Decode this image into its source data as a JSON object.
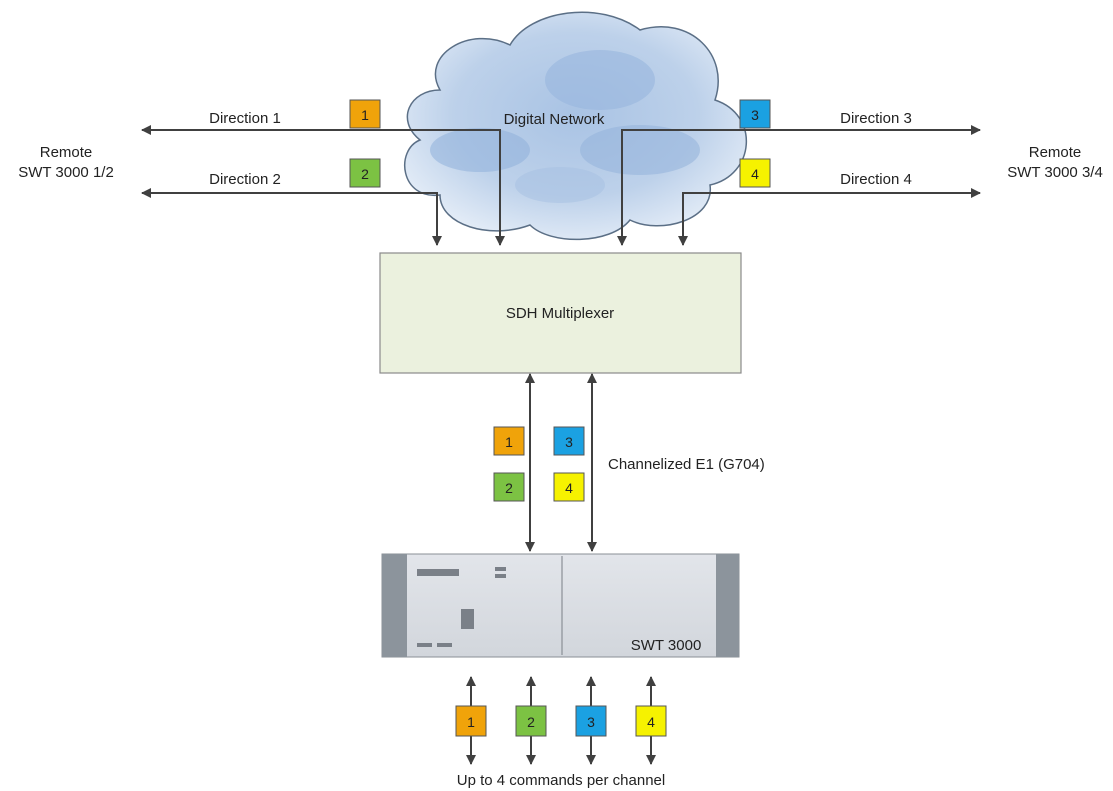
{
  "network": {
    "label": "Digital Network"
  },
  "directions": [
    {
      "label": "Direction 1",
      "badge": "1"
    },
    {
      "label": "Direction 2",
      "badge": "2"
    },
    {
      "label": "Direction 3",
      "badge": "3"
    },
    {
      "label": "Direction 4",
      "badge": "4"
    }
  ],
  "remote_left": {
    "line1": "Remote",
    "line2": "SWT 3000 1/2"
  },
  "remote_right": {
    "line1": "Remote",
    "line2": "SWT 3000 3/4"
  },
  "multiplexer": {
    "label": "SDH Multiplexer"
  },
  "link": {
    "label": "Channelized E1 (G704)",
    "badges": [
      "1",
      "2",
      "3",
      "4"
    ]
  },
  "device": {
    "label": "SWT 3000"
  },
  "commands": {
    "badges": [
      "1",
      "2",
      "3",
      "4"
    ],
    "caption": "Up to 4 commands per channel"
  },
  "colors": {
    "ch1": "#f0a30a",
    "ch2": "#7cc243",
    "ch3": "#1ba1e2",
    "ch4": "#f6f200",
    "mux_fill": "#ebf1de",
    "arrow": "#404040"
  }
}
